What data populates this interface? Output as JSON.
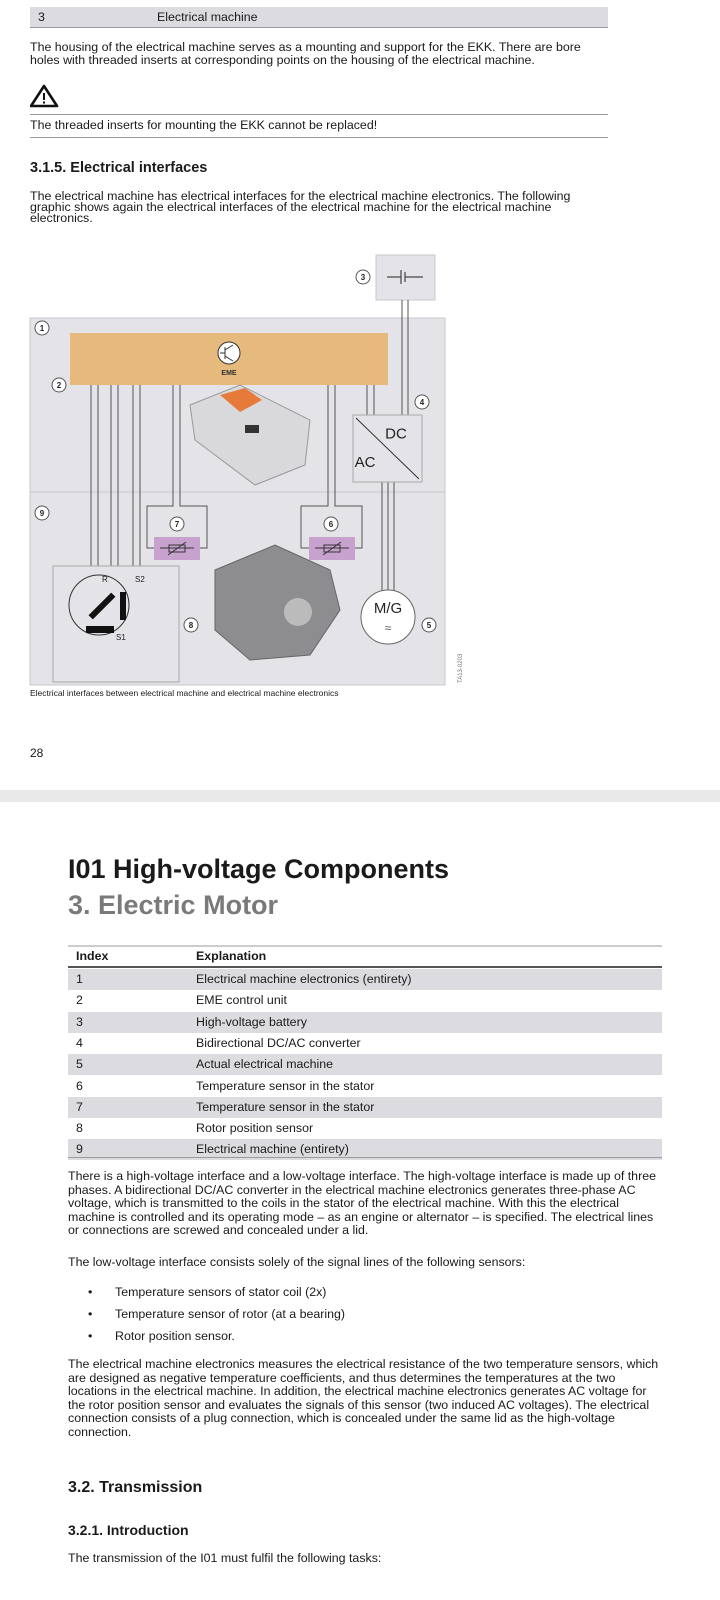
{
  "page1": {
    "top_table": {
      "index": "3",
      "label": "Electrical machine"
    },
    "para1": "The housing of the electrical machine serves as a mounting and support for the EKK. There are bore holes with threaded inserts at corresponding points on the housing of the electrical machine.",
    "warning": "The threaded inserts for mounting the EKK cannot be replaced!",
    "heading": "3.1.5. Electrical interfaces",
    "para2": "The electrical machine has electrical interfaces for the electrical machine electronics. The following graphic shows again the electrical interfaces of the electrical machine for the electrical machine electronics.",
    "diagram": {
      "labels": {
        "eme": "EME",
        "dc": "DC",
        "ac": "AC",
        "mg": "M/G",
        "r": "R",
        "s1": "S1",
        "s2": "S2"
      },
      "callouts": [
        "1",
        "2",
        "3",
        "4",
        "5",
        "6",
        "7",
        "8",
        "9"
      ],
      "code": "TA13-0203",
      "caption": "Electrical interfaces between electrical machine and electrical machine electronics",
      "colors": {
        "eme_bar": "#e6b97c",
        "sensor": "#c8a2cf",
        "panel": "#e3e3e8"
      }
    },
    "page_number": "28"
  },
  "page2": {
    "title": "I01 High-voltage Components",
    "subtitle": "3. Electric Motor",
    "table": {
      "headers": [
        "Index",
        "Explanation"
      ],
      "rows": [
        [
          "1",
          "Electrical machine electronics (entirety)"
        ],
        [
          "2",
          "EME control unit"
        ],
        [
          "3",
          "High-voltage battery"
        ],
        [
          "4",
          "Bidirectional DC/AC converter"
        ],
        [
          "5",
          "Actual electrical machine"
        ],
        [
          "6",
          "Temperature sensor in the stator"
        ],
        [
          "7",
          "Temperature sensor in the stator"
        ],
        [
          "8",
          "Rotor position sensor"
        ],
        [
          "9",
          "Electrical machine (entirety)"
        ]
      ]
    },
    "para1": "There is a high-voltage interface and a low-voltage interface. The high-voltage interface is made up of three phases. A bidirectional DC/AC converter in the electrical machine electronics generates three-phase AC voltage, which is transmitted to the coils in the stator of the electrical machine. With this the electrical machine is controlled and its operating mode – as an engine or alternator – is specified. The electrical lines or connections are screwed and concealed under a lid.",
    "para2": "The low-voltage interface consists solely of the signal lines of the following sensors:",
    "bullets": [
      "Temperature sensors of stator coil (2x)",
      "Temperature sensor of rotor (at a bearing)",
      "Rotor position sensor."
    ],
    "para3": "The electrical machine electronics measures the electrical resistance of the two temperature sensors, which are designed as negative temperature coefficients, and thus determines the temperatures at the two locations in the electrical machine. In addition, the electrical machine electronics generates AC voltage for the rotor position sensor and evaluates the signals of this sensor (two induced AC voltages). The electrical connection consists of a plug connection, which is concealed under the same lid as the high-voltage connection.",
    "heading1": "3.2. Transmission",
    "heading2": "3.2.1. Introduction",
    "para4": "The transmission of the I01 must fulfil the following tasks:"
  }
}
